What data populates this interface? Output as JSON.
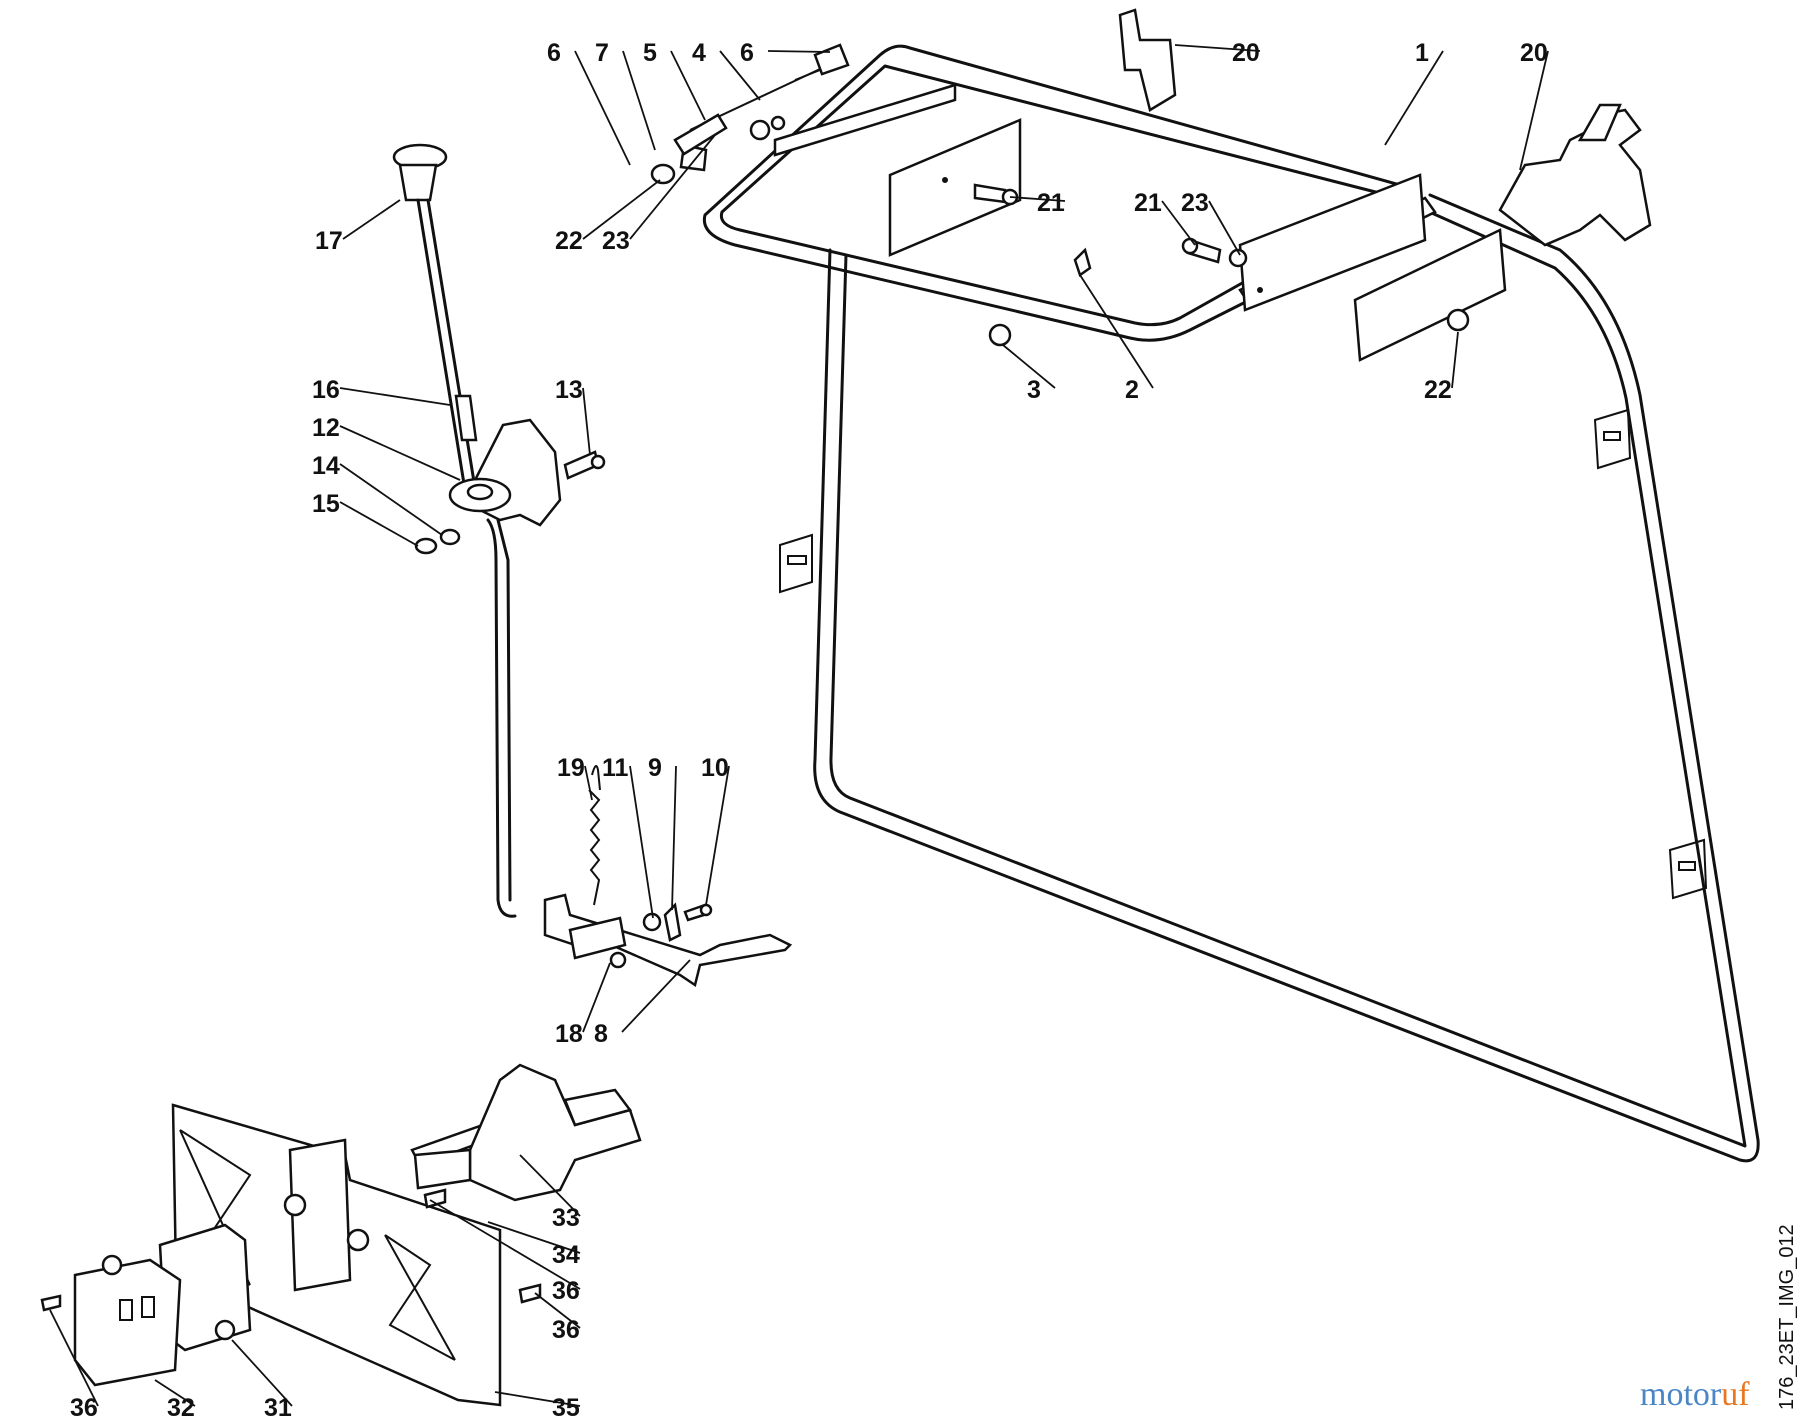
{
  "drawing_code": "176_23ET_IMG_012",
  "watermark": {
    "part1": "motor",
    "part2": "uf"
  },
  "callouts": [
    {
      "label": "6"
    },
    {
      "label": "7"
    },
    {
      "label": "5"
    },
    {
      "label": "4"
    },
    {
      "label": "6"
    },
    {
      "label": "20"
    },
    {
      "label": "1"
    },
    {
      "label": "20"
    },
    {
      "label": "17"
    },
    {
      "label": "22"
    },
    {
      "label": "23"
    },
    {
      "label": "21"
    },
    {
      "label": "21"
    },
    {
      "label": "23"
    },
    {
      "label": "16"
    },
    {
      "label": "12"
    },
    {
      "label": "13"
    },
    {
      "label": "14"
    },
    {
      "label": "15"
    },
    {
      "label": "3"
    },
    {
      "label": "2"
    },
    {
      "label": "22"
    },
    {
      "label": "19"
    },
    {
      "label": "11"
    },
    {
      "label": "9"
    },
    {
      "label": "10"
    },
    {
      "label": "18"
    },
    {
      "label": "8"
    },
    {
      "label": "33"
    },
    {
      "label": "34"
    },
    {
      "label": "36"
    },
    {
      "label": "36"
    },
    {
      "label": "36"
    },
    {
      "label": "32"
    },
    {
      "label": "31"
    },
    {
      "label": "35"
    }
  ]
}
